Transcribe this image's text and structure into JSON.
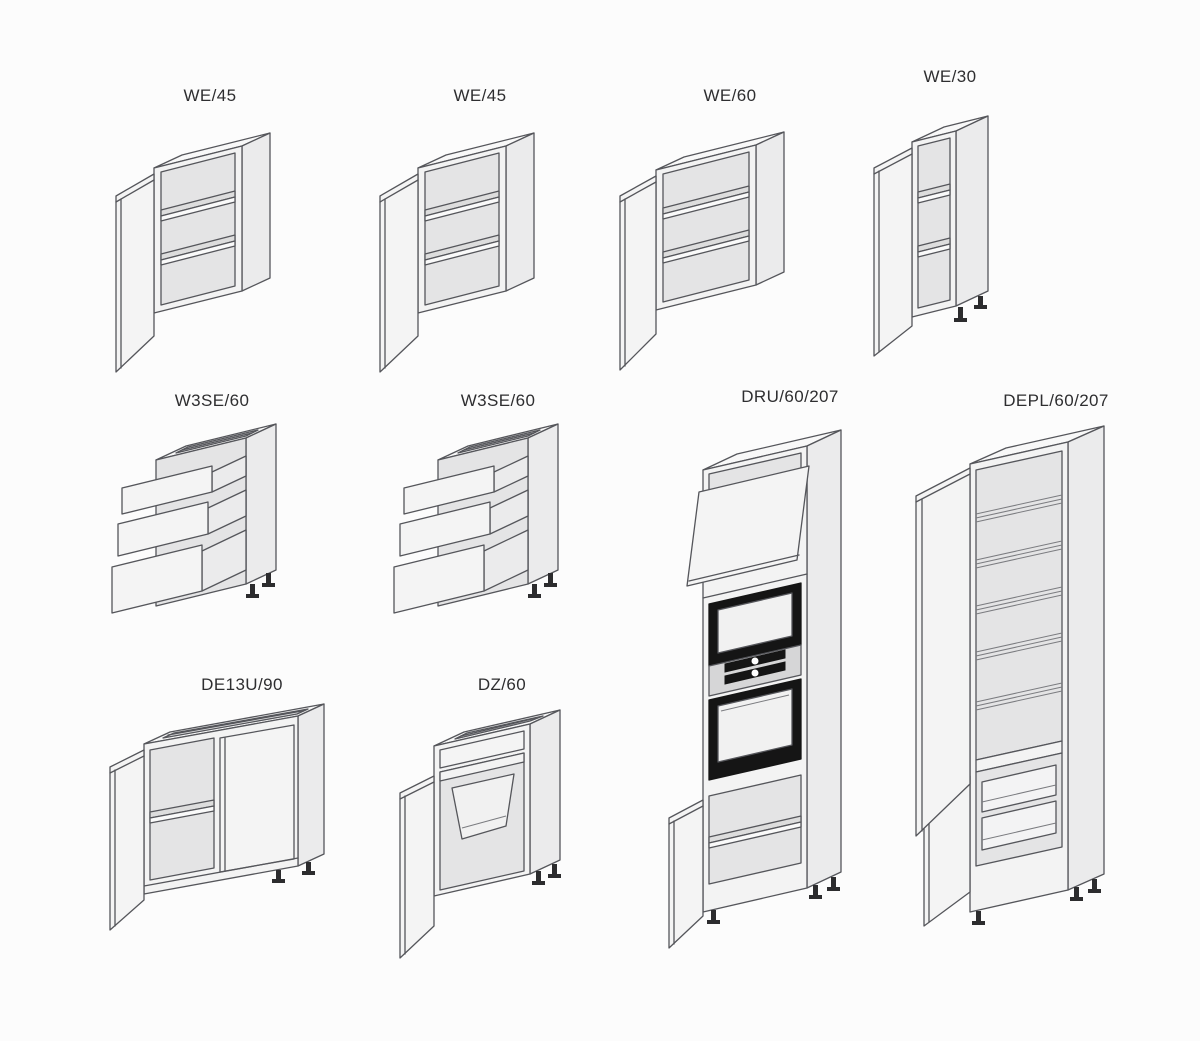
{
  "page": {
    "background": "#fcfcfc",
    "outline_color": "#55565b",
    "appliance_frame_color": "#151515",
    "label_color": "#2e2e30"
  },
  "items": [
    {
      "label": "WE/45",
      "drawing": "wall-cabinet-two-shelves-open-door"
    },
    {
      "label": "WE/45",
      "drawing": "wall-cabinet-two-shelves-open-door"
    },
    {
      "label": "WE/60",
      "drawing": "wall-cabinet-two-shelves-open-door-wide"
    },
    {
      "label": "WE/30",
      "drawing": "narrow-cabinet-open-door-feet"
    },
    {
      "label": "W3SE/60",
      "drawing": "base-cabinet-three-drawers-open"
    },
    {
      "label": "W3SE/60",
      "drawing": "base-cabinet-three-drawers-open"
    },
    {
      "label": "DRU/60/207",
      "drawing": "tall-oven-housing-flip-door-open"
    },
    {
      "label": "DEPL/60/207",
      "drawing": "tall-fridge-housing-door-open"
    },
    {
      "label": "DE13U/90",
      "drawing": "corner-base-cabinet-open-door-blind-panel"
    },
    {
      "label": "DZ/60",
      "drawing": "sink-base-cabinet-open-door"
    }
  ]
}
